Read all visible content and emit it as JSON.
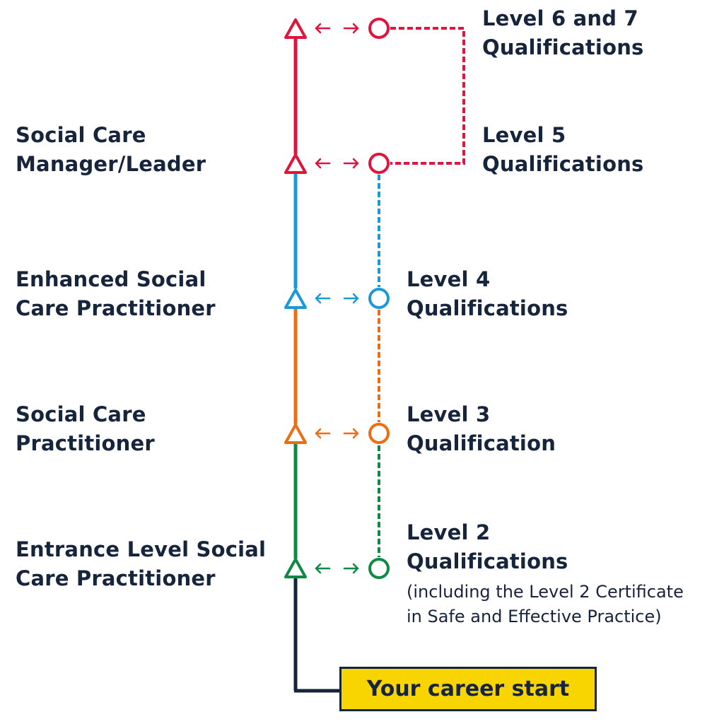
{
  "colors": {
    "red": "#e0143c",
    "blue": "#1d9ad6",
    "orange": "#ec6d12",
    "green": "#0f8a44",
    "navy": "#16243c",
    "yellow": "#f8d400"
  },
  "roles": [
    {
      "line1": "Social Care",
      "line2": "Manager/Leader"
    },
    {
      "line1": "Enhanced Social",
      "line2": "Care Practitioner"
    },
    {
      "line1": "Social Care",
      "line2": "Practitioner"
    },
    {
      "line1": "Entrance Level Social",
      "line2": "Care Practitioner"
    }
  ],
  "qualifications": [
    {
      "line1": "Level 6 and 7",
      "line2": "Qualifications"
    },
    {
      "line1": "Level 5",
      "line2": "Qualifications"
    },
    {
      "line1": "Level 4",
      "line2": "Qualifications"
    },
    {
      "line1": "Level 3",
      "line2": "Qualification"
    },
    {
      "line1": "Level 2",
      "line2": "Qualifications"
    }
  ],
  "level2_note": {
    "line1": "(including the Level 2 Certificate",
    "line2": "in Safe and Effective Practice)"
  },
  "start": {
    "label": "Your career start"
  }
}
